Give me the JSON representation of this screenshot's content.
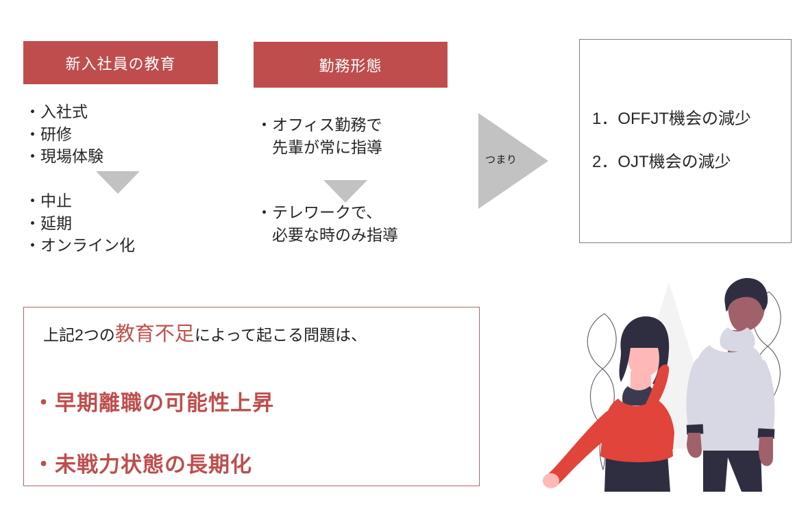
{
  "slide": {
    "background_color": "#ffffff",
    "accent_red": "#bf4d4d",
    "accent_gray": "#c2c2c2",
    "border_gray": "#7f7f7f",
    "border_red": "#a86a68"
  },
  "columns": [
    {
      "banner_label": "新入社員の教育",
      "before_items": "・入社式\n・研修\n・現場体験",
      "after_items": "・中止\n・延期\n・オンライン化",
      "arrow_icon": "arrow-down-icon"
    },
    {
      "banner_label": "勤務形態",
      "before_items": "・オフィス勤務で\n　先輩が常に指導",
      "after_items": "・テレワークで、\n　必要な時のみ指導",
      "arrow_icon": "arrow-down-icon"
    }
  ],
  "connector": {
    "label": "つまり",
    "icon": "arrow-right-icon"
  },
  "outcome": {
    "items": [
      "1．OFFJT機会の減少",
      "2．OJT機会の減少"
    ]
  },
  "conclusion": {
    "lead_prefix": "上記2つの",
    "lead_highlight": "教育不足",
    "lead_suffix": "によって起こる問題は、",
    "points": [
      "・早期離職の可能性上昇",
      "・未戦力状態の長期化"
    ]
  },
  "illustration": {
    "name": "two-people-illustration",
    "colors": {
      "backdrop": "#f2f2f2",
      "sweater_red": "#e0443a",
      "sweater_light": "#d8d8e4",
      "hair_dark": "#2f2e41",
      "skin_light": "#ffb8b8",
      "skin_dark": "#a0616a",
      "pants_dark": "#2f2e41"
    }
  }
}
